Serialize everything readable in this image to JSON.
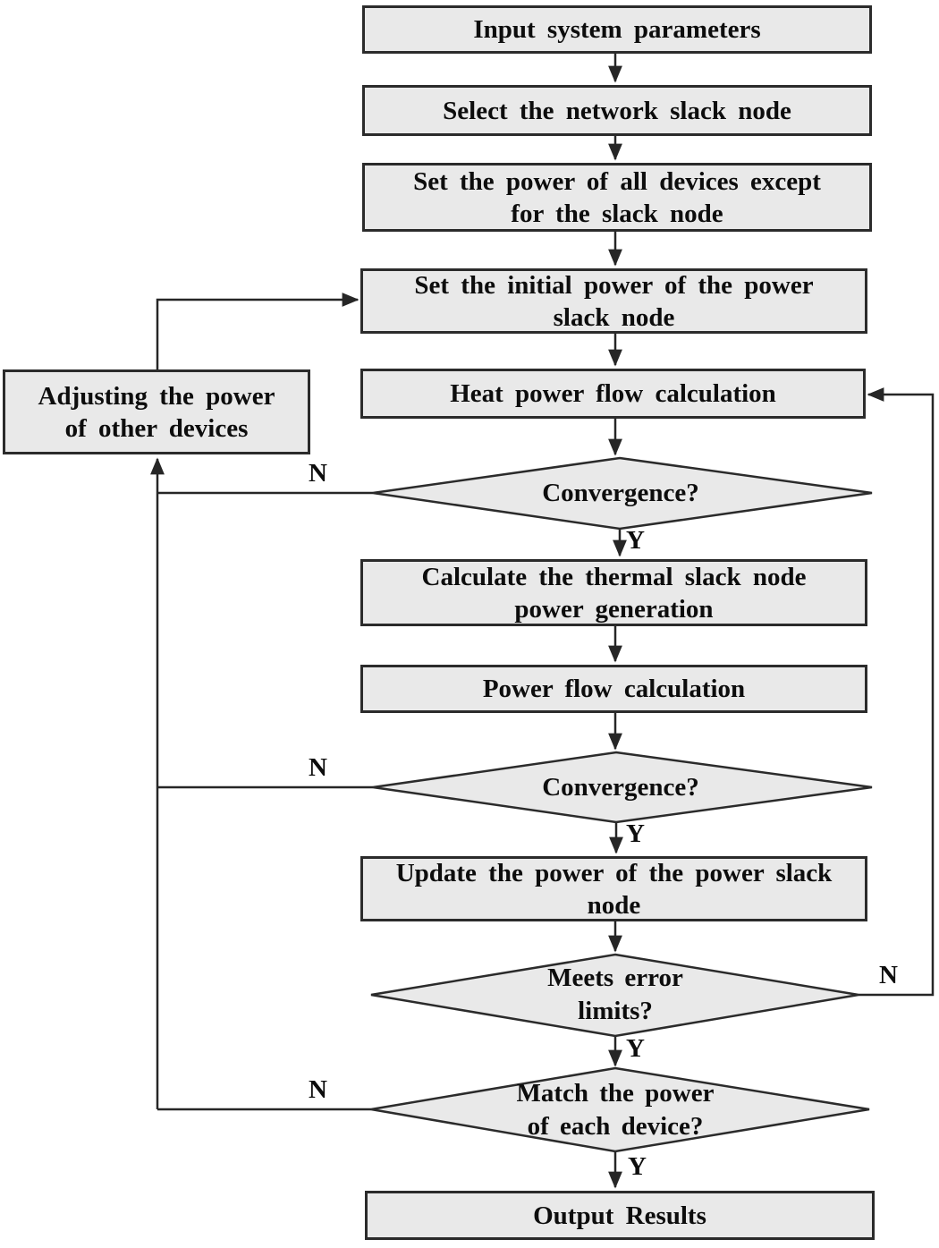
{
  "figure": {
    "type": "flowchart",
    "background": "#ffffff",
    "node_fill": "#e9e9e9",
    "node_border": "#2b2b2b",
    "line_color": "#262626",
    "text_color": "#0d0d0d"
  },
  "labels": {
    "yes": "Y",
    "no": "N"
  },
  "nodes": {
    "input": {
      "type": "process",
      "label": "Input system parameters"
    },
    "select_slack": {
      "type": "process",
      "label": "Select the network slack node"
    },
    "set_power": {
      "type": "process",
      "label": "Set the power of all devices except\nfor the slack node"
    },
    "set_initial": {
      "type": "process",
      "label": "Set the initial power of the power\nslack node"
    },
    "heat_flow": {
      "type": "process",
      "label": "Heat power flow calculation"
    },
    "adjusting": {
      "type": "process",
      "label": "Adjusting the power\nof other devices"
    },
    "convergence1": {
      "type": "decision",
      "label": "Convergence?"
    },
    "calc_thermal": {
      "type": "process",
      "label": "Calculate the thermal slack node\npower generation"
    },
    "power_flow": {
      "type": "process",
      "label": "Power flow calculation"
    },
    "convergence2": {
      "type": "decision",
      "label": "Convergence?"
    },
    "update_power": {
      "type": "process",
      "label": "Update the power of the power slack\nnode"
    },
    "meets_error": {
      "type": "decision",
      "label": "Meets error\nlimits?"
    },
    "match_power": {
      "type": "decision",
      "label": "Match the power\nof each device?"
    },
    "output": {
      "type": "process",
      "label": "Output Results"
    }
  },
  "edges": [
    {
      "from": "input",
      "to": "select_slack",
      "label": ""
    },
    {
      "from": "select_slack",
      "to": "set_power",
      "label": ""
    },
    {
      "from": "set_power",
      "to": "set_initial",
      "label": ""
    },
    {
      "from": "set_initial",
      "to": "heat_flow",
      "label": ""
    },
    {
      "from": "heat_flow",
      "to": "convergence1",
      "label": ""
    },
    {
      "from": "convergence1",
      "to": "calc_thermal",
      "label": "Y"
    },
    {
      "from": "convergence1",
      "to": "adjusting",
      "label": "N"
    },
    {
      "from": "calc_thermal",
      "to": "power_flow",
      "label": ""
    },
    {
      "from": "power_flow",
      "to": "convergence2",
      "label": ""
    },
    {
      "from": "convergence2",
      "to": "update_power",
      "label": "Y"
    },
    {
      "from": "convergence2",
      "to": "adjusting",
      "label": "N"
    },
    {
      "from": "update_power",
      "to": "meets_error",
      "label": ""
    },
    {
      "from": "meets_error",
      "to": "heat_flow",
      "label": "N"
    },
    {
      "from": "meets_error",
      "to": "match_power",
      "label": "Y"
    },
    {
      "from": "match_power",
      "to": "adjusting",
      "label": "N"
    },
    {
      "from": "match_power",
      "to": "output",
      "label": "Y"
    },
    {
      "from": "adjusting",
      "to": "set_initial",
      "label": ""
    }
  ]
}
